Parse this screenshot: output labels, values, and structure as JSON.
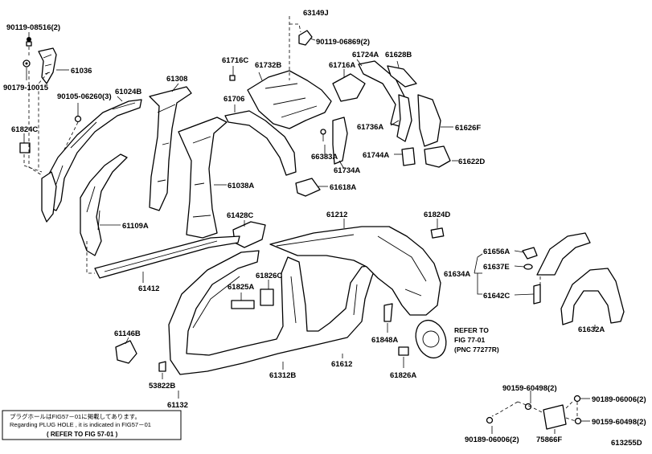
{
  "labels": {
    "p90119_08516": "90119-08516(2)",
    "p61036": "61036",
    "p90179_10015": "90179-10015",
    "p90105_06260": "90105-06260(3)",
    "p61024B": "61024B",
    "p61824C": "61824C",
    "p61308": "61308",
    "p61716C": "61716C",
    "p61732B": "61732B",
    "p63149J": "63149J",
    "p90119_06869": "90119-06869(2)",
    "p61724A": "61724A",
    "p61628B": "61628B",
    "p61716A": "61716A",
    "p61706": "61706",
    "p61736A": "61736A",
    "p61626F": "61626F",
    "p66383A": "66383A",
    "p61744A": "61744A",
    "p61734A": "61734A",
    "p61622D": "61622D",
    "p61038A": "61038A",
    "p61618A": "61618A",
    "p61109A": "61109A",
    "p61428C": "61428C",
    "p61212": "61212",
    "p61824D": "61824D",
    "p61656A": "61656A",
    "p61637E": "61637E",
    "p61634A": "61634A",
    "p61642C": "61642C",
    "p61412": "61412",
    "p61826C": "61826C",
    "p61825A": "61825A",
    "p61632A": "61632A",
    "p61146B": "61146B",
    "p61848A": "61848A",
    "p61312B": "61312B",
    "p61612": "61612",
    "p61826A": "61826A",
    "p53822B": "53822B",
    "p61132": "61132",
    "p90159_60498_a": "90159-60498(2)",
    "p90189_06006_a": "90189-06006(2)",
    "p90159_60498_b": "90159-60498(2)",
    "p90189_06006_b": "90189-06006(2)",
    "p75866F": "75866F"
  },
  "refer": {
    "line1": "REFER TO",
    "line2": "FIG 77-01",
    "line3": "(PNC 77277R)"
  },
  "note": {
    "jp": "プラグホールはFIG57－01に掲載してあります。",
    "en": "Regarding PLUG HOLE , it is indicated in FIG57－01",
    "ref": "( REFER TO FIG 57-01 )"
  },
  "diagram_id": "613255D"
}
